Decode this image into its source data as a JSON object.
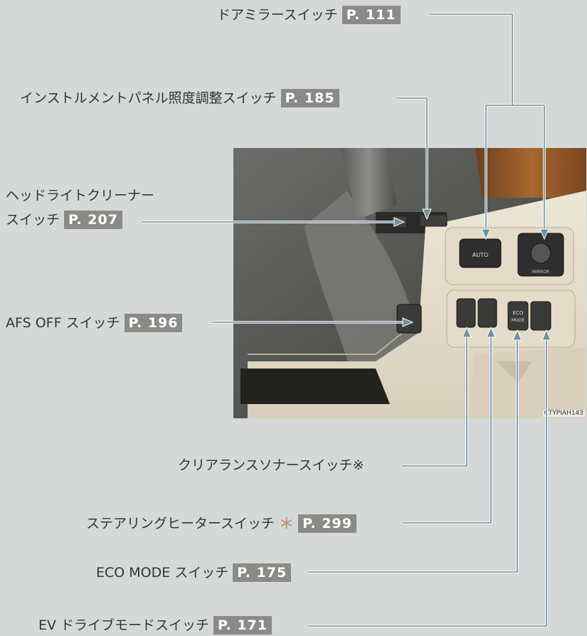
{
  "labels": {
    "door_mirror": {
      "text": "ドアミラースイッチ",
      "page": "P. 111"
    },
    "instrument_panel": {
      "text": "インストルメントパネル照度調整スイッチ",
      "page": "P. 185"
    },
    "headlight_cleaner": {
      "line1": "ヘッドライトクリーナー",
      "line2": "スイッチ",
      "page": "P. 207"
    },
    "afs_off": {
      "text": "AFS OFF スイッチ",
      "page": "P. 196"
    },
    "clearance_sonar": {
      "text": "クリアランスソナースイッチ※"
    },
    "steering_heater": {
      "text": "ステアリングヒータースイッチ",
      "star": "＊",
      "page": "P. 299"
    },
    "eco_mode": {
      "text": "ECO MODE スイッチ",
      "page": "P. 175"
    },
    "ev_drive": {
      "text": "EV ドライブモードスイッチ",
      "page": "P. 171"
    }
  },
  "photo": {
    "code": "CTYPIAH143",
    "switch_labels": {
      "eco": "ECO",
      "mode": "MODE",
      "auto": "AUTO",
      "mirror": "MIRROR"
    }
  },
  "colors": {
    "background": "#d4d9d7",
    "tag": "#8a8b87",
    "leader": "#6f8fa3",
    "star": "#c0967e"
  }
}
